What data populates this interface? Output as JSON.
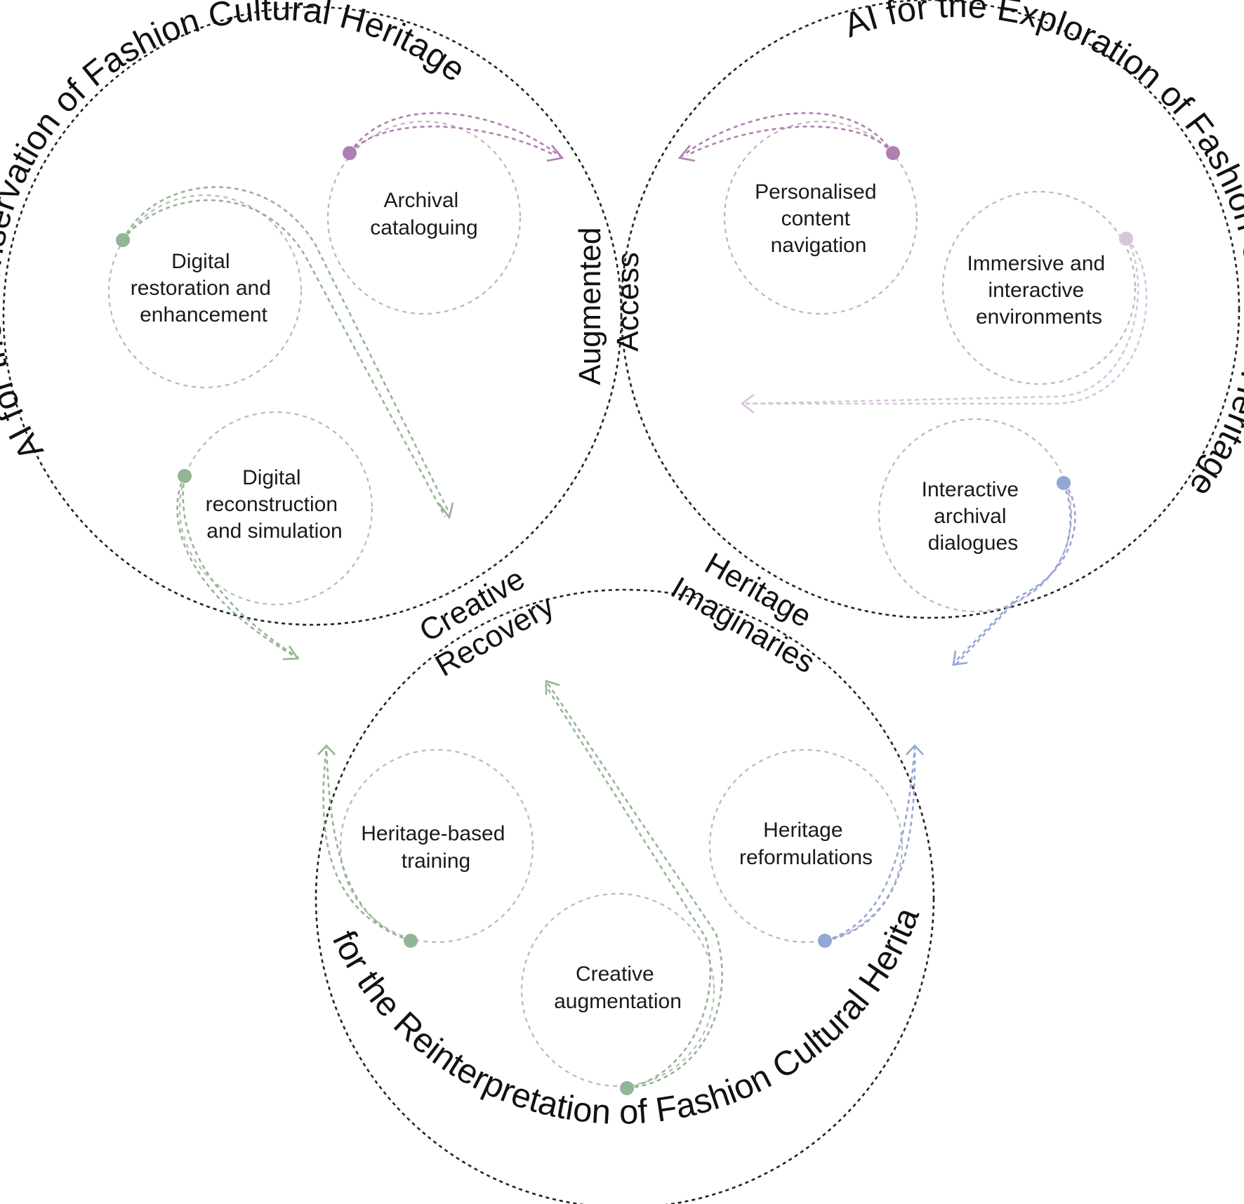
{
  "titles": {
    "conservation": "AI for the Conservation of Fashion Cultural Heritage",
    "exploration": "AI for the Exploration of Fashion Cultural Heritage",
    "reinterpretation": "AI for the Reinterpretation of Fashion Cultural Heritage"
  },
  "intersections": {
    "augmented_access": {
      "line1": "Augmented",
      "line2": "Access"
    },
    "creative_recovery": {
      "line1": "Creative",
      "line2": "Recovery"
    },
    "heritage_imaginaries": {
      "line1": "Heritage",
      "line2": "Imaginaries"
    }
  },
  "nodes": {
    "archival_cataloguing": [
      "Archival",
      "cataloguing"
    ],
    "digital_restoration": [
      "Digital",
      "restoration and",
      "enhancement"
    ],
    "digital_reconstruction": [
      "Digital",
      "reconstruction",
      "and simulation"
    ],
    "personalised_navigation": [
      "Personalised",
      "content",
      "navigation"
    ],
    "immersive_environments": [
      "Immersive and",
      "interactive",
      "environments"
    ],
    "interactive_dialogues": [
      "Interactive",
      "archival",
      "dialogues"
    ],
    "heritage_training": [
      "Heritage-based",
      "training"
    ],
    "heritage_reformulations": [
      "Heritage",
      "reformulations"
    ],
    "creative_augmentation": [
      "Creative",
      "augmentation"
    ]
  },
  "colors": {
    "augmented_access": "#d8c6e0",
    "creative_recovery": "#d9e8d8",
    "heritage_imaginaries": "#c6d1ea",
    "purple_arrow": "#b07fb2",
    "light_purple_arrow": "#d9c3de",
    "green_arrow": "#93b593",
    "blue_arrow": "#93a6d6"
  }
}
